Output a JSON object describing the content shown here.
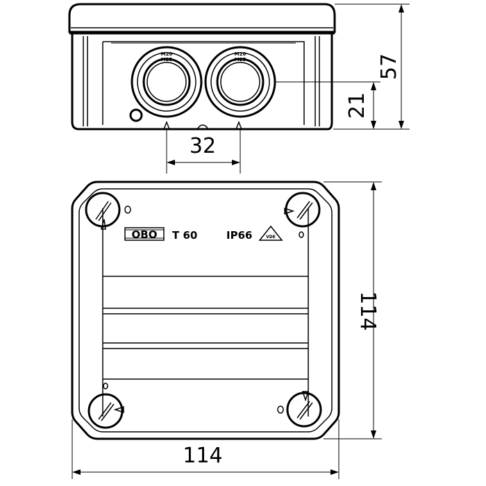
{
  "drawing": {
    "dimensions": {
      "height": "57",
      "gland_height": "21",
      "gland_spacing": "32",
      "depth": "114",
      "width": "114"
    },
    "markings": {
      "brand": "OBO",
      "model": "T 60",
      "protection": "IP66",
      "certification": "VDE"
    },
    "gland_text": [
      "M20",
      "M25"
    ]
  }
}
